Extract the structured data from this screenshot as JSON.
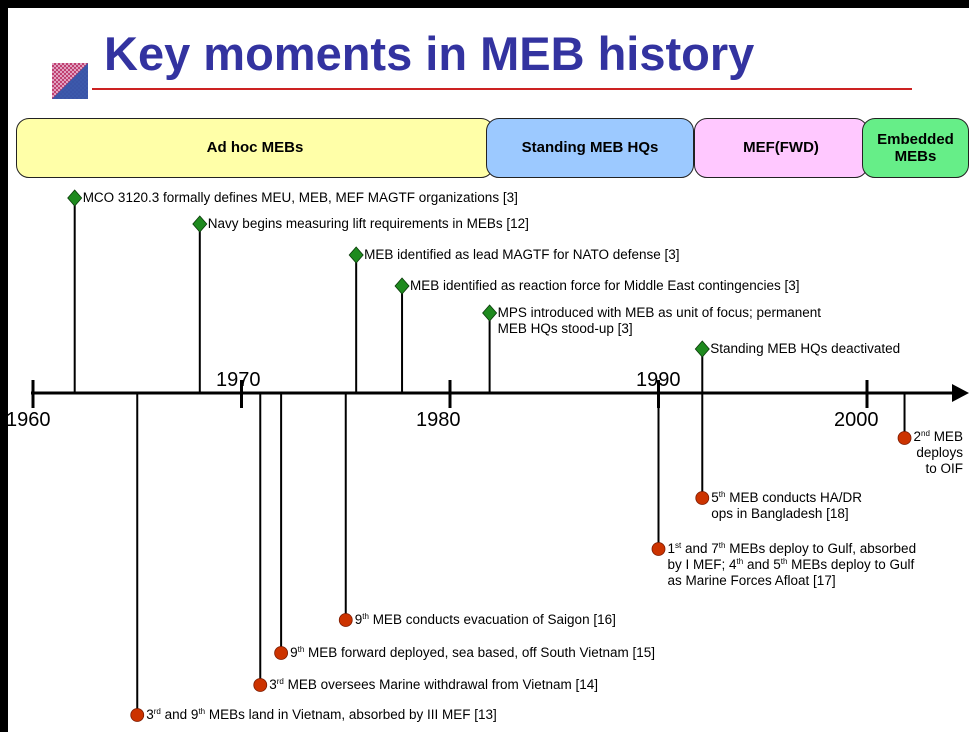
{
  "title": "Key moments in MEB history",
  "colors": {
    "title": "#3333a0",
    "rule": "#cc2222",
    "era_adhoc": "#ffffa8",
    "era_standing": "#9cc9ff",
    "era_meffwd": "#ffc8ff",
    "era_embedded": "#66ee88",
    "marker_top": "#1e8a1e",
    "marker_bottom": "#cc3300"
  },
  "eras": [
    {
      "label": "Ad hoc MEBs"
    },
    {
      "label": "Standing MEB HQs"
    },
    {
      "label": "MEF(FWD)"
    },
    {
      "label": "Embedded MEBs"
    }
  ],
  "axis": {
    "major_labels": [
      "1960",
      "1980",
      "2000"
    ],
    "minor_labels": [
      "1970",
      "1990"
    ]
  },
  "events_above": [
    {
      "year": 1962.0,
      "marker": "diamond",
      "text": "MCO 3120.3 formally defines MEU, MEB, MEF MAGTF organizations [3]"
    },
    {
      "year": 1968.0,
      "marker": "diamond",
      "text": "Navy begins measuring lift requirements in MEBs [12]"
    },
    {
      "year": 1975.5,
      "marker": "diamond",
      "text": "MEB identified as lead MAGTF for NATO defense [3]"
    },
    {
      "year": 1977.7,
      "marker": "diamond",
      "text": "MEB identified as reaction force for Middle East contingencies [3]"
    },
    {
      "year": 1981.9,
      "marker": "diamond",
      "lines": [
        "MPS introduced with MEB as unit of focus; permanent",
        "MEB HQs stood-up [3]"
      ]
    },
    {
      "year": 1992.1,
      "marker": "diamond",
      "text": "Standing MEB HQs deactivated"
    }
  ],
  "events_below": [
    {
      "year": 1965.0,
      "marker": "circle",
      "num": "3",
      "sup": "rd",
      "num2": "9",
      "sup2": "th",
      "text": "MEBs land in Vietnam, absorbed by III MEF [13]"
    },
    {
      "year": 1970.9,
      "marker": "circle",
      "num": "3",
      "sup": "rd",
      "text": "MEB oversees Marine withdrawal from Vietnam [14]"
    },
    {
      "year": 1971.9,
      "marker": "circle",
      "num": "9",
      "sup": "th",
      "text": "MEB forward deployed, sea based, off South Vietnam [15]"
    },
    {
      "year": 1975.0,
      "marker": "circle",
      "num": "9",
      "sup": "th",
      "text": "MEB conducts evacuation of Saigon [16]"
    },
    {
      "year": 1990.0,
      "marker": "circle",
      "lines": [
        "1st and 7th MEBs deploy to Gulf, absorbed",
        "by I MEF; 4th and 5th MEBs deploy to Gulf",
        "as Marine Forces Afloat [17]"
      ]
    },
    {
      "year": 1992.1,
      "marker": "circle",
      "lines": [
        "5th MEB conducts HA/DR",
        "ops in Bangladesh [18]"
      ]
    },
    {
      "year": 2001.8,
      "marker": "circle",
      "lines": [
        "2nd MEB",
        "deploys",
        "to OIF"
      ]
    }
  ]
}
